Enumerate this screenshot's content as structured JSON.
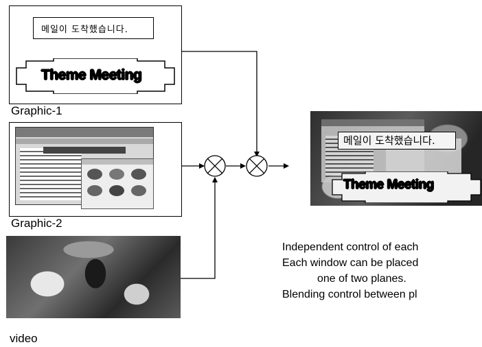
{
  "graphic1": {
    "label": "Graphic-1",
    "message": "메일이 도착했습니다.",
    "banner": "Theme Meeting"
  },
  "graphic2": {
    "label": "Graphic-2"
  },
  "video": {
    "label": "video"
  },
  "output": {
    "message": "메일이 도착했습니다.",
    "banner": "Theme Meeting"
  },
  "notes": [
    "Independent control of each",
    "Each window can be placed",
    "one of two planes.",
    "Blending control between pl"
  ]
}
